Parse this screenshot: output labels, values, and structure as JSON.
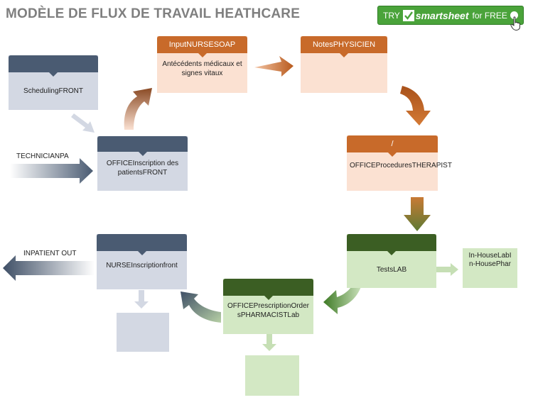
{
  "title": "MODÈLE DE FLUX DE TRAVAIL HEATHCARE",
  "cta": {
    "try": "TRY",
    "brand": "smartsheet",
    "free": "for FREE"
  },
  "boxes": {
    "scheduling": {
      "body": "SchedulingFRONT"
    },
    "registration": {
      "body": "OFFICEInscription des patientsFRONT"
    },
    "soap": {
      "header": "InputNURSESOAP",
      "body": "Antécédents médicaux et signes vitaux"
    },
    "physician": {
      "header": "NotesPHYSICIEN"
    },
    "procedures": {
      "header": "/",
      "body": "OFFICEProceduresTHERAPIST"
    },
    "tests": {
      "body": "TestsLAB"
    },
    "inhouse": {
      "body": "In-HouseLabIn-HousePhar"
    },
    "prescription": {
      "body": "OFFICEPrescriptionOrdersPHARMACISTLab"
    },
    "nurse": {
      "body": "NURSEInscriptionfront"
    }
  },
  "labels": {
    "technician": "TECHNICIANPA",
    "inpatient": "INPATIENT OUT"
  },
  "colors": {
    "navy": "#4a5b72",
    "orange": "#c86a2a",
    "green": "#3b5e23",
    "cta": "#4aa33a"
  }
}
